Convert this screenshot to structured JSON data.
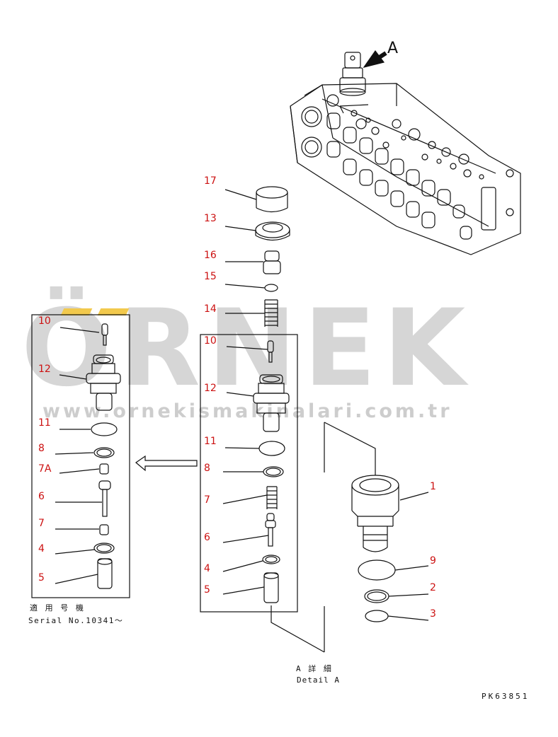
{
  "watermark": {
    "logo": "ÖRNEK",
    "url": "www.ornekismakinalari.com.tr",
    "accent_color": "#f2c94c",
    "text_color": "#cfcfcf"
  },
  "view_marker": {
    "letter": "A"
  },
  "callouts": {
    "left": [
      {
        "id": "l10",
        "text": "10"
      },
      {
        "id": "l12",
        "text": "12"
      },
      {
        "id": "l11",
        "text": "11"
      },
      {
        "id": "l8",
        "text": "8"
      },
      {
        "id": "l7a",
        "text": "7A"
      },
      {
        "id": "l6",
        "text": "6"
      },
      {
        "id": "l7",
        "text": "7"
      },
      {
        "id": "l4",
        "text": "4"
      },
      {
        "id": "l5",
        "text": "5"
      }
    ],
    "middle": [
      {
        "id": "m17",
        "text": "17"
      },
      {
        "id": "m13",
        "text": "13"
      },
      {
        "id": "m16",
        "text": "16"
      },
      {
        "id": "m15",
        "text": "15"
      },
      {
        "id": "m14",
        "text": "14"
      },
      {
        "id": "m10",
        "text": "10"
      },
      {
        "id": "m12",
        "text": "12"
      },
      {
        "id": "m11",
        "text": "11"
      },
      {
        "id": "m8",
        "text": "8"
      },
      {
        "id": "m7",
        "text": "7"
      },
      {
        "id": "m6",
        "text": "6"
      },
      {
        "id": "m4",
        "text": "4"
      },
      {
        "id": "m5",
        "text": "5"
      }
    ],
    "right": [
      {
        "id": "r1",
        "text": "1"
      },
      {
        "id": "r9",
        "text": "9"
      },
      {
        "id": "r2",
        "text": "2"
      },
      {
        "id": "r3",
        "text": "3"
      }
    ]
  },
  "notes": {
    "applicable_jp": "適 用 号 機",
    "serial": "Serial No.10341～",
    "detail_jp": "A 詳 細",
    "detail_en": "Detail A",
    "drawing_code": "PK63851"
  },
  "colors": {
    "callout": "#cc1111",
    "line": "#111111"
  }
}
